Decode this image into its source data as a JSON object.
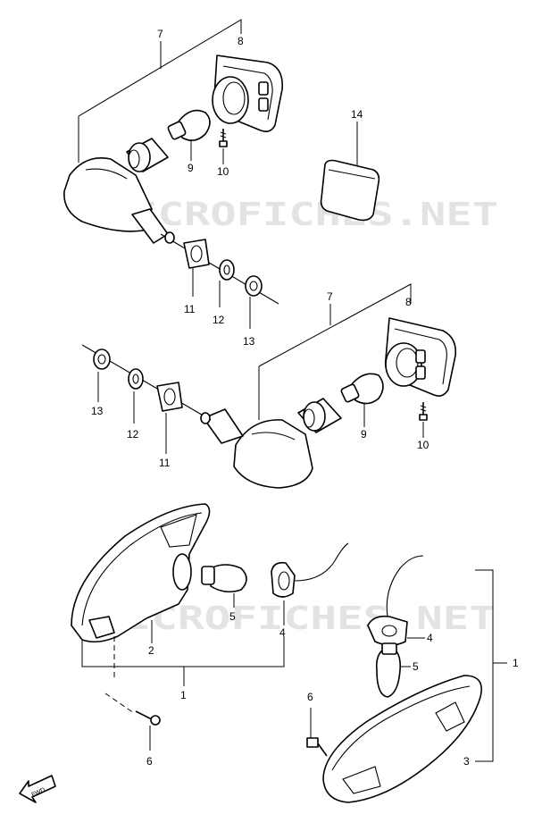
{
  "watermark": "MICROFICHES.NET",
  "fwd_label": "FWD",
  "callouts": {
    "c1a": "1",
    "c1b": "1",
    "c2": "2",
    "c3": "3",
    "c4a": "4",
    "c4b": "4",
    "c5a": "5",
    "c5b": "5",
    "c6a": "6",
    "c6b": "6",
    "c7a": "7",
    "c7b": "7",
    "c8a": "8",
    "c8b": "8",
    "c9a": "9",
    "c9b": "9",
    "c10a": "10",
    "c10b": "10",
    "c11a": "11",
    "c11b": "11",
    "c12a": "12",
    "c12b": "12",
    "c13a": "13",
    "c13b": "13",
    "c14": "14"
  }
}
